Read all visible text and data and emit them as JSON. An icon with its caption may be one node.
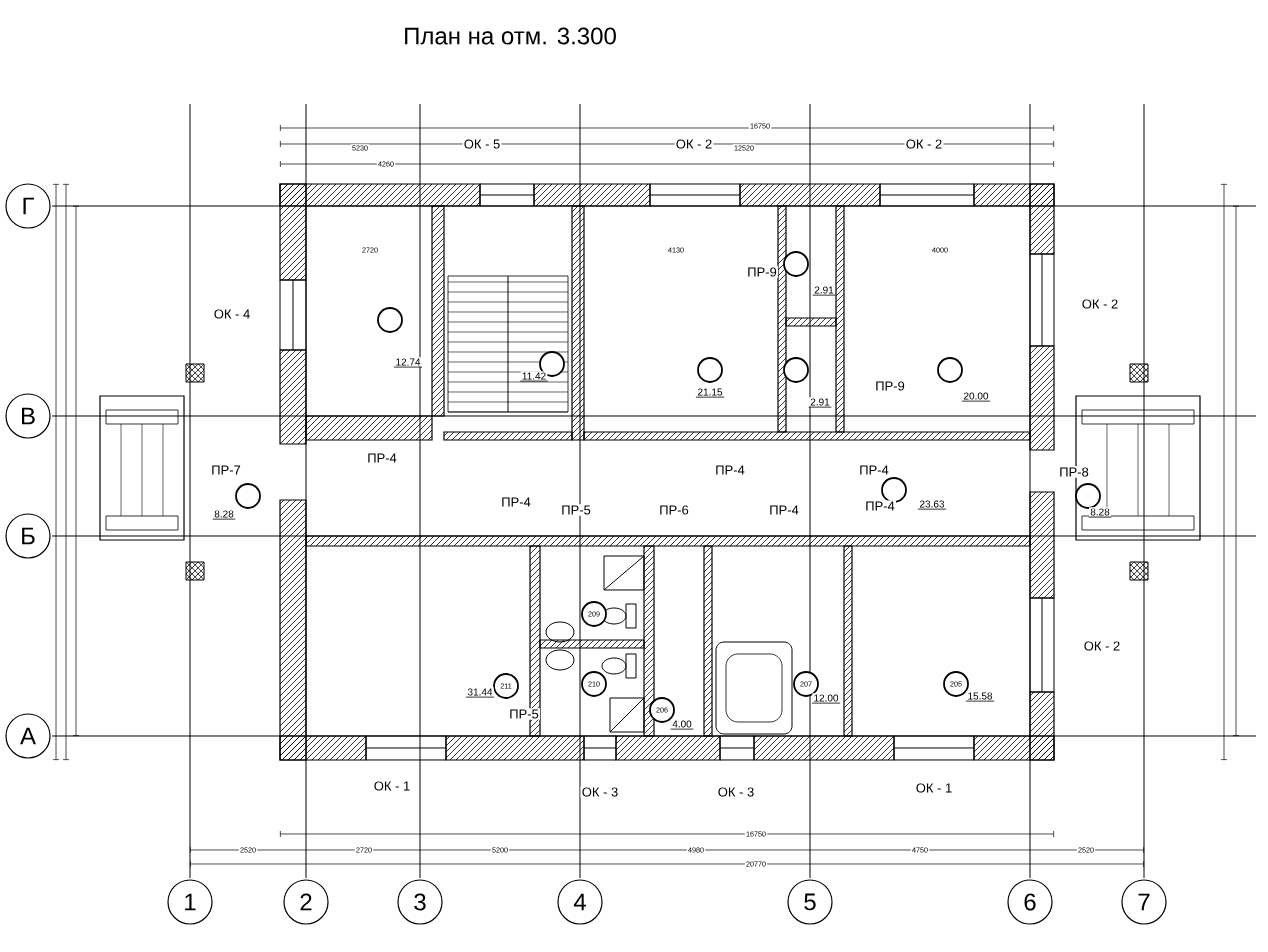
{
  "diagram": {
    "title": "План на отм. 3.300",
    "nodes": [
      {
        "text": [
          "Г"
        ]
      },
      {
        "text": [
          "В"
        ]
      },
      {
        "text": [
          "Б"
        ]
      },
      {
        "text": [
          "А"
        ]
      },
      {
        "text": [
          "1"
        ]
      },
      {
        "text": [
          "2"
        ]
      },
      {
        "text": [
          "3"
        ]
      },
      {
        "text": [
          "4"
        ]
      },
      {
        "text": [
          "5"
        ]
      },
      {
        "text": [
          "6"
        ]
      },
      {
        "text": [
          "7"
        ]
      },
      {
        "text": [],
        "shape": "circle"
      },
      {
        "text": [],
        "shape": "circle"
      },
      {
        "text": [],
        "shape": "circle"
      },
      {
        "text": [],
        "shape": "circle"
      },
      {
        "text": [],
        "shape": "circle"
      },
      {
        "text": [],
        "shape": "circle"
      },
      {
        "text": [],
        "shape": "circle"
      },
      {
        "text": [],
        "shape": "circle"
      },
      {
        "text": [],
        "shape": "circle"
      },
      {
        "text": [
          "209"
        ]
      },
      {
        "text": [
          "210"
        ]
      },
      {
        "text": [
          "211"
        ]
      },
      {
        "text": [
          "206"
        ]
      },
      {
        "text": [
          "207"
        ]
      },
      {
        "text": [
          "205"
        ]
      }
    ],
    "labels": [
      "16750",
      "ОК - 5",
      "ОК - 2",
      "ОК - 2",
      "5230",
      "12520",
      "4260",
      "2720",
      "4130",
      "4000",
      "ПР-9",
      "ОК - 4",
      "ОК - 2",
      "2.91",
      "12.74",
      "11.42",
      "21.15",
      "ПР-9",
      "2.91",
      "20.00",
      "ПР-7",
      "ПР-4",
      "ПР-4",
      "ПР-4",
      "ПР-8",
      "ПР-4",
      "ПР-5",
      "ПР-6",
      "ПР-4",
      "ПР-4",
      "23.63",
      "8.28",
      "8.28",
      "ОК - 2",
      "31.44",
      "4.00",
      "12.00",
      "15.58",
      "ПР-5",
      "ОК - 1",
      "ОК - 3",
      "ОК - 3",
      "ОК - 1",
      "16750",
      "2520",
      "2720",
      "5200",
      "4980",
      "4750",
      "2520",
      "20770"
    ]
  }
}
